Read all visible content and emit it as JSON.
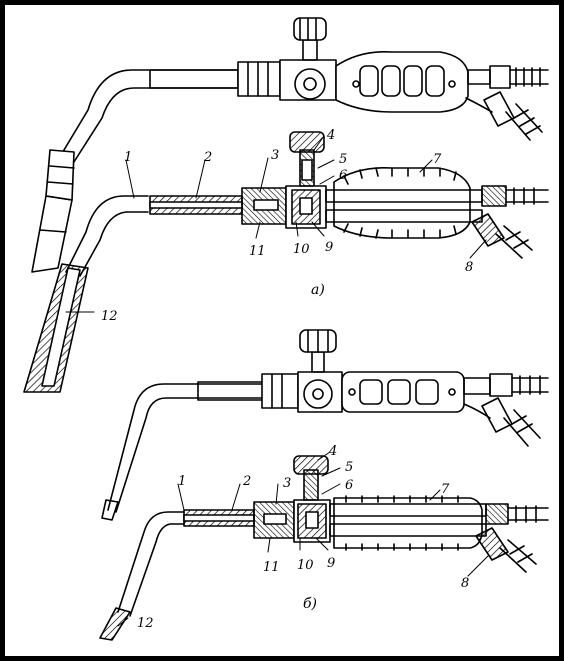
{
  "figure": {
    "upper": {
      "caption": "а)",
      "callouts": {
        "n1": "1",
        "n2": "2",
        "n3": "3",
        "n4": "4",
        "n5": "5",
        "n6": "6",
        "n7": "7",
        "n8": "8",
        "n9": "9",
        "n10": "10",
        "n11": "11",
        "n12": "12"
      }
    },
    "lower": {
      "caption": "б)",
      "callouts": {
        "n1": "1",
        "n2": "2",
        "n3": "3",
        "n4": "4",
        "n5": "5",
        "n6": "6",
        "n7": "7",
        "n8": "8",
        "n9": "9",
        "n10": "10",
        "n11": "11",
        "n12": "12"
      }
    },
    "colors": {
      "ink": "#000000",
      "paper": "#ffffff",
      "frame": "#000000"
    }
  }
}
